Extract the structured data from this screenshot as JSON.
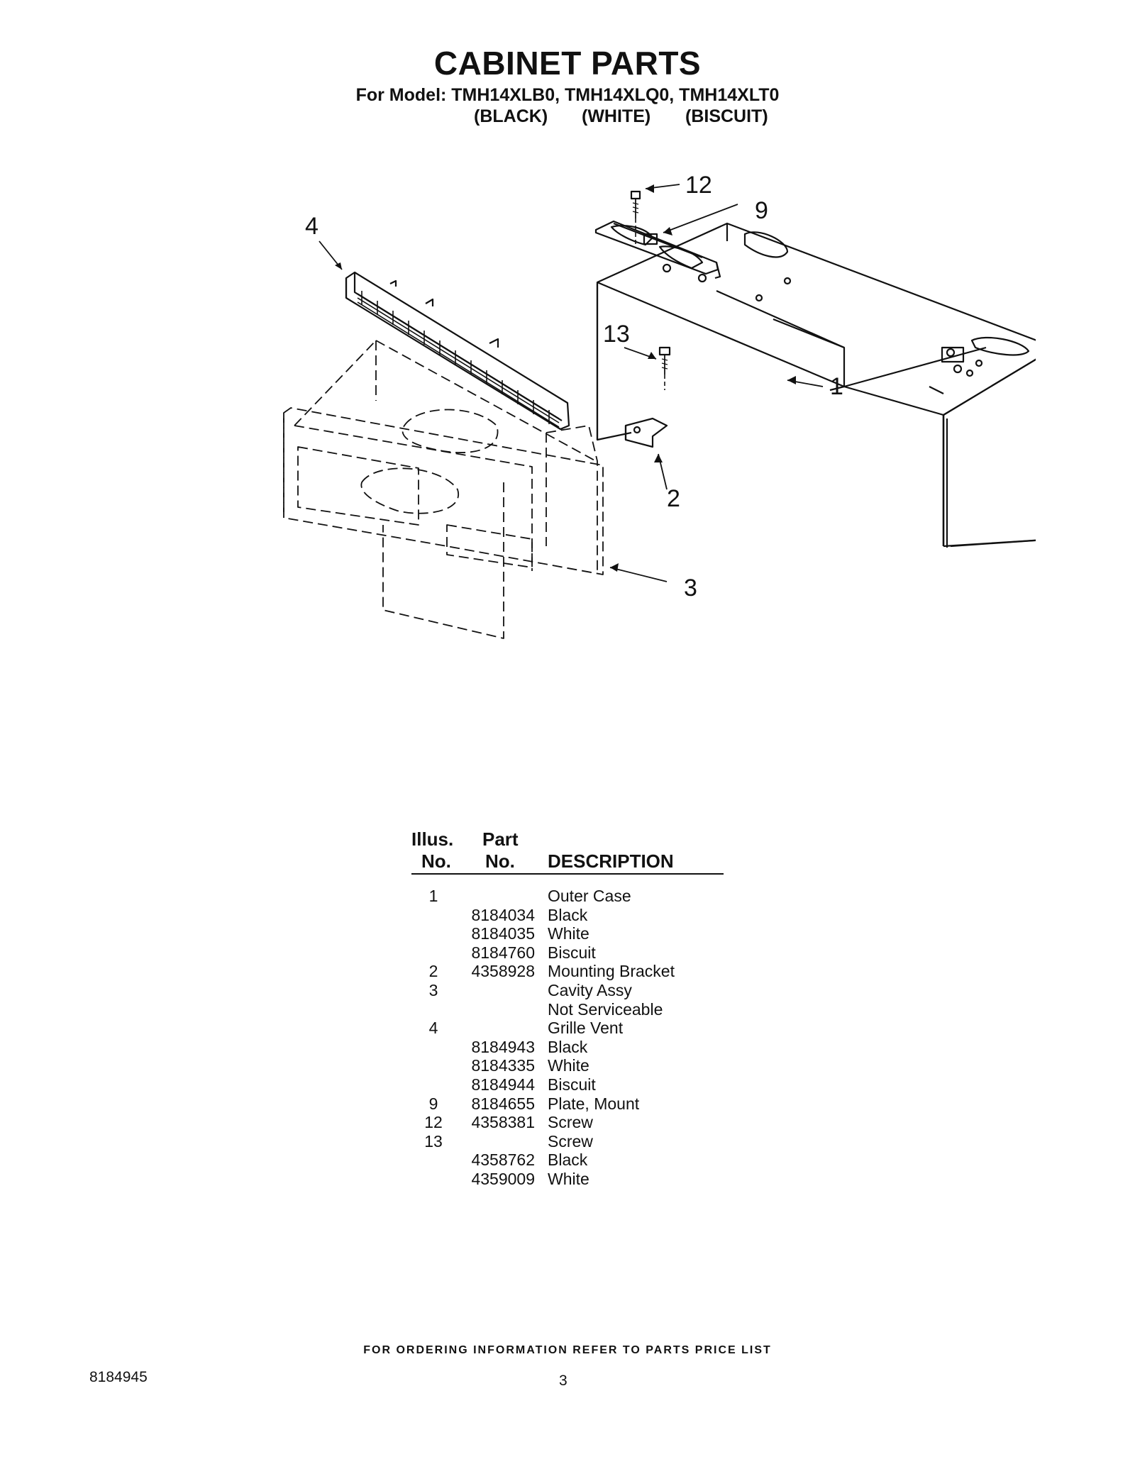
{
  "header": {
    "title": "CABINET PARTS",
    "model_line": "For Model: TMH14XLB0, TMH14XLQ0, TMH14XLT0",
    "colors": [
      "(BLACK)",
      "(WHITE)",
      "(BISCUIT)"
    ]
  },
  "diagram": {
    "callouts": [
      "12",
      "9",
      "4",
      "13",
      "1",
      "2",
      "3"
    ]
  },
  "parts_table": {
    "headers": {
      "illus_top": "Illus.",
      "illus_bottom": "No.",
      "part_top": "Part",
      "part_bottom": "No.",
      "description": "DESCRIPTION"
    },
    "rows": [
      {
        "illus": "1",
        "part": "",
        "desc": "Outer Case"
      },
      {
        "illus": "",
        "part": "8184034",
        "desc": "Black"
      },
      {
        "illus": "",
        "part": "8184035",
        "desc": "White"
      },
      {
        "illus": "",
        "part": "8184760",
        "desc": "Biscuit"
      },
      {
        "illus": "2",
        "part": "4358928",
        "desc": "Mounting Bracket"
      },
      {
        "illus": "3",
        "part": "",
        "desc": "Cavity Assy"
      },
      {
        "illus": "",
        "part": "",
        "desc": "Not Serviceable"
      },
      {
        "illus": "4",
        "part": "",
        "desc": "Grille Vent"
      },
      {
        "illus": "",
        "part": "8184943",
        "desc": "Black"
      },
      {
        "illus": "",
        "part": "8184335",
        "desc": "White"
      },
      {
        "illus": "",
        "part": "8184944",
        "desc": "Biscuit"
      },
      {
        "illus": "9",
        "part": "8184655",
        "desc": "Plate, Mount"
      },
      {
        "illus": "12",
        "part": "4358381",
        "desc": "Screw"
      },
      {
        "illus": "13",
        "part": "",
        "desc": "Screw"
      },
      {
        "illus": "",
        "part": "4358762",
        "desc": "Black"
      },
      {
        "illus": "",
        "part": "4359009",
        "desc": "White"
      }
    ]
  },
  "footer": {
    "ordering_note": "FOR ORDERING INFORMATION REFER TO PARTS PRICE LIST",
    "doc_number": "8184945",
    "page_number": "3"
  }
}
